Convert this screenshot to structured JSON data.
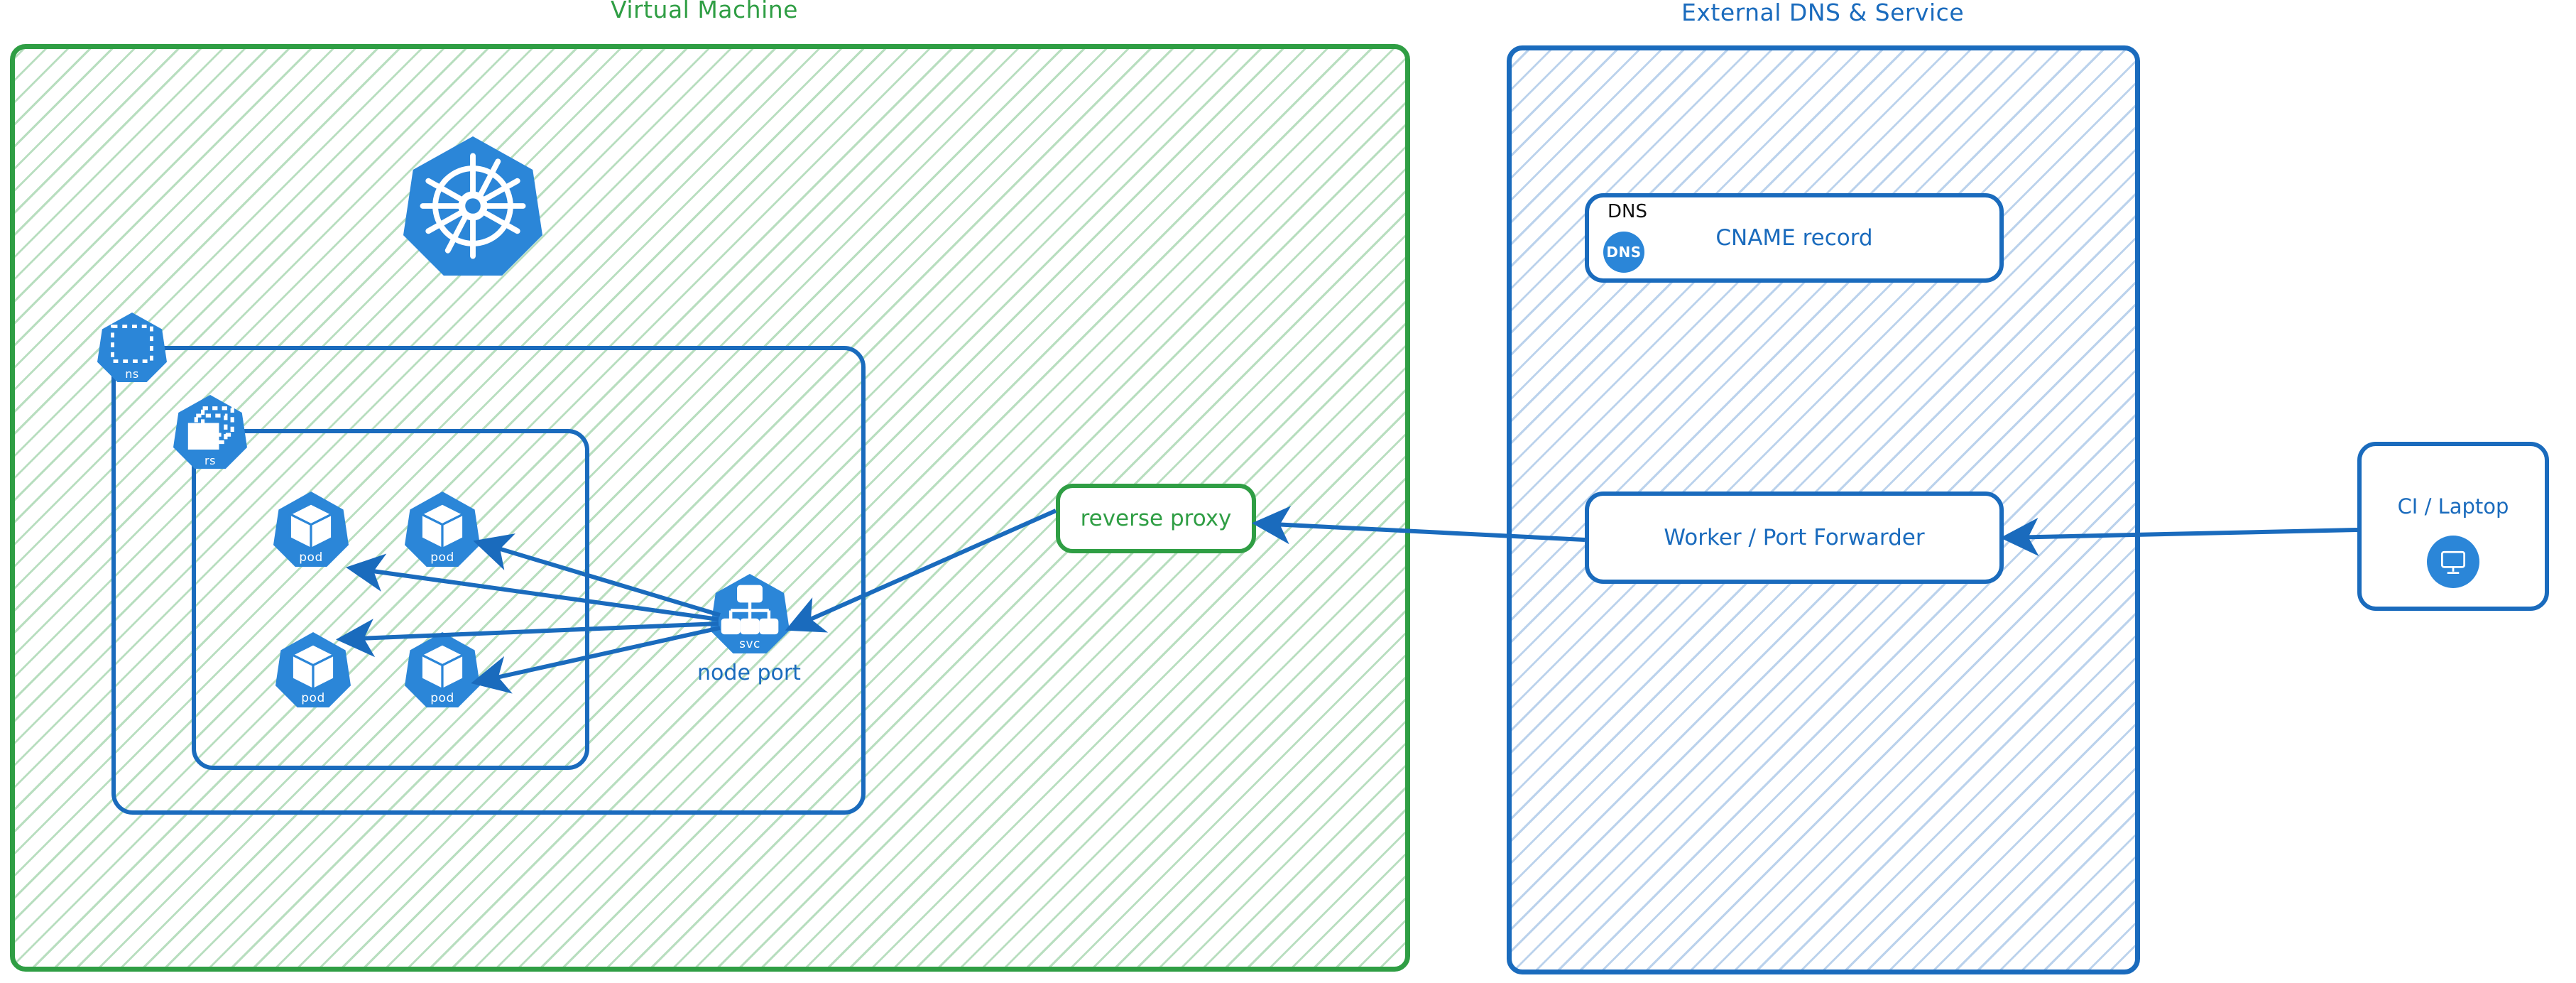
{
  "diagram": {
    "title_vm": "Virtual Machine",
    "title_external": "External DNS & Service",
    "accent_green": "#2f9e44",
    "accent_blue": "#1a6bbd",
    "k8s_blue": "#2b86d8"
  },
  "vm": {
    "label": "Virtual Machine",
    "cluster_icon": "kubernetes-logo",
    "namespace": {
      "icon_caption": "ns",
      "icon": "namespace-icon"
    },
    "replicaset": {
      "icon_caption": "rs",
      "icon": "replicaset-icon"
    },
    "pods": [
      {
        "caption": "pod",
        "icon": "pod-icon"
      },
      {
        "caption": "pod",
        "icon": "pod-icon"
      },
      {
        "caption": "pod",
        "icon": "pod-icon"
      },
      {
        "caption": "pod",
        "icon": "pod-icon"
      }
    ],
    "service": {
      "caption": "svc",
      "icon": "service-icon",
      "label": "node port"
    },
    "reverse_proxy": {
      "label": "reverse proxy"
    }
  },
  "external": {
    "label": "External DNS & Service",
    "dns_card": {
      "kicker": "DNS",
      "badge": "DNS",
      "label": "CNAME record"
    },
    "worker": {
      "label": "Worker / Port Forwarder"
    }
  },
  "client": {
    "label": "CI / Laptop",
    "icon": "monitor-icon"
  },
  "edges": [
    {
      "from": "service",
      "to": "pod-1",
      "style": "arrow"
    },
    {
      "from": "service",
      "to": "pod-2",
      "style": "arrow"
    },
    {
      "from": "service",
      "to": "pod-3",
      "style": "arrow"
    },
    {
      "from": "service",
      "to": "pod-4",
      "style": "arrow"
    },
    {
      "from": "reverse-proxy",
      "to": "service",
      "style": "arrow"
    },
    {
      "from": "worker",
      "to": "reverse-proxy",
      "style": "arrow"
    },
    {
      "from": "ci-laptop",
      "to": "worker",
      "style": "arrow"
    }
  ]
}
